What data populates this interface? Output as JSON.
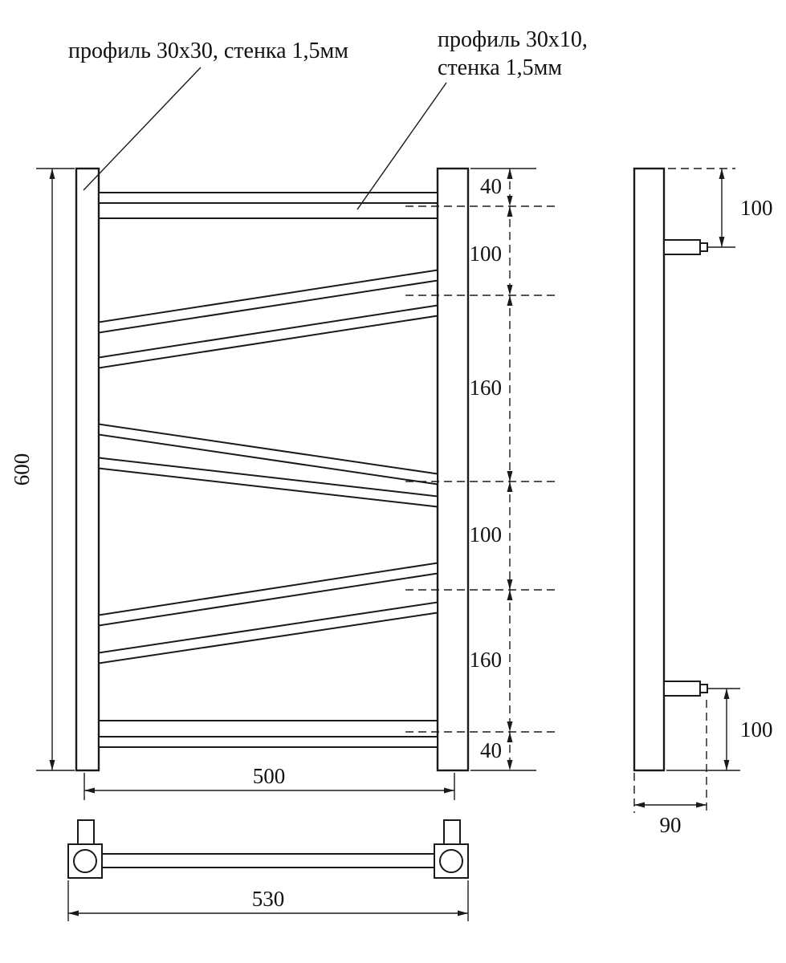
{
  "drawing": {
    "background": "#ffffff",
    "line_color": "#1a1a1a",
    "callouts": {
      "post_profile": "профиль 30x30, стенка 1,5мм",
      "rung_profile_line1": "профиль 30x10,",
      "rung_profile_line2": "стенка 1,5мм"
    },
    "front_view": {
      "height": "600",
      "width": "500",
      "spacings": [
        "40",
        "100",
        "160",
        "100",
        "160",
        "40"
      ]
    },
    "side_view": {
      "top_bracket_offset": "100",
      "bottom_bracket_offset": "100",
      "depth": "90"
    },
    "bottom_view": {
      "overall_width": "530"
    }
  }
}
